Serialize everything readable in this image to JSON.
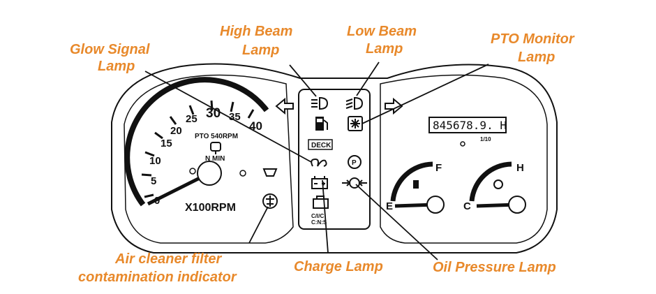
{
  "colors": {
    "callout": "#e8892b",
    "line": "#111111",
    "panel": "#ffffff"
  },
  "callouts": {
    "high_beam_line1": "High Beam",
    "high_beam_line2": "Lamp",
    "low_beam_line1": "Low Beam",
    "low_beam_line2": "Lamp",
    "pto_monitor_line1": "PTO Monitor",
    "pto_monitor_line2": "Lamp",
    "glow_signal_line1": "Glow Signal",
    "glow_signal_line2": "Lamp",
    "air_cleaner_line1": "Air cleaner filter",
    "air_cleaner_line2": "contamination indicator",
    "charge_lamp": "Charge Lamp",
    "oil_pressure_lamp": "Oil Pressure Lamp"
  },
  "tachometer": {
    "ticks": [
      "0",
      "5",
      "10",
      "15",
      "20",
      "25",
      "30",
      "35",
      "40"
    ],
    "pto_label": "PTO 540RPM",
    "nmin_label": "N MIN",
    "unit_label": "X100RPM"
  },
  "center_panel": {
    "deck_label": "DECK",
    "parking_label": "P",
    "bottom_label_1": "C/I/C",
    "bottom_label_2": "C:N:S"
  },
  "right_cluster": {
    "odometer": "845678.9. H",
    "odometer_sub": "1/10",
    "fuel_full": "F",
    "fuel_empty": "E",
    "temp_hot": "H",
    "temp_cold": "C"
  }
}
